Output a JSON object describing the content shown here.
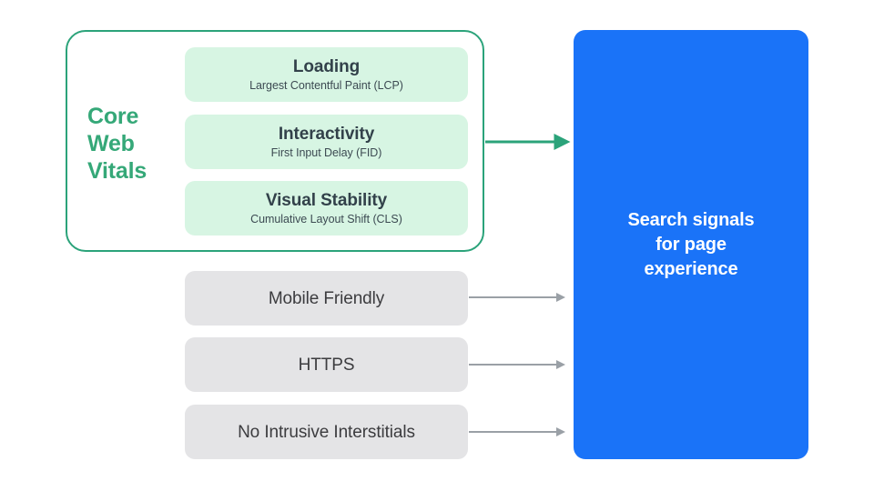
{
  "colors": {
    "green_stroke": "#2BA37A",
    "green_text": "#35A878",
    "green_card_fill": "#D7F5E3",
    "gray_fill": "#E4E4E6",
    "gray_arrow": "#9AA0A6",
    "blue_fill": "#1A73F8",
    "dark_text": "#32414A",
    "white": "#FFFFFF",
    "background": "#FFFFFF"
  },
  "core_web_vitals": {
    "group_label": "Core Web Vitals",
    "cards": [
      {
        "title": "Loading",
        "subtitle": "Largest Contentful Paint (LCP)"
      },
      {
        "title": "Interactivity",
        "subtitle": "First Input Delay (FID)"
      },
      {
        "title": "Visual Stability",
        "subtitle": "Cumulative Layout Shift (CLS)"
      }
    ]
  },
  "other_signals": [
    {
      "label": "Mobile Friendly"
    },
    {
      "label": "HTTPS"
    },
    {
      "label": "No Intrusive Interstitials"
    }
  ],
  "result": {
    "label": "Search signals\nfor page\nexperience"
  },
  "arrows": [
    {
      "name": "core-web-vitals-arrow",
      "color": "#2BA37A"
    },
    {
      "name": "mobile-friendly-arrow",
      "color": "#9AA0A6"
    },
    {
      "name": "https-arrow",
      "color": "#9AA0A6"
    },
    {
      "name": "no-intrusive-interstitials-arrow",
      "color": "#9AA0A6"
    }
  ]
}
